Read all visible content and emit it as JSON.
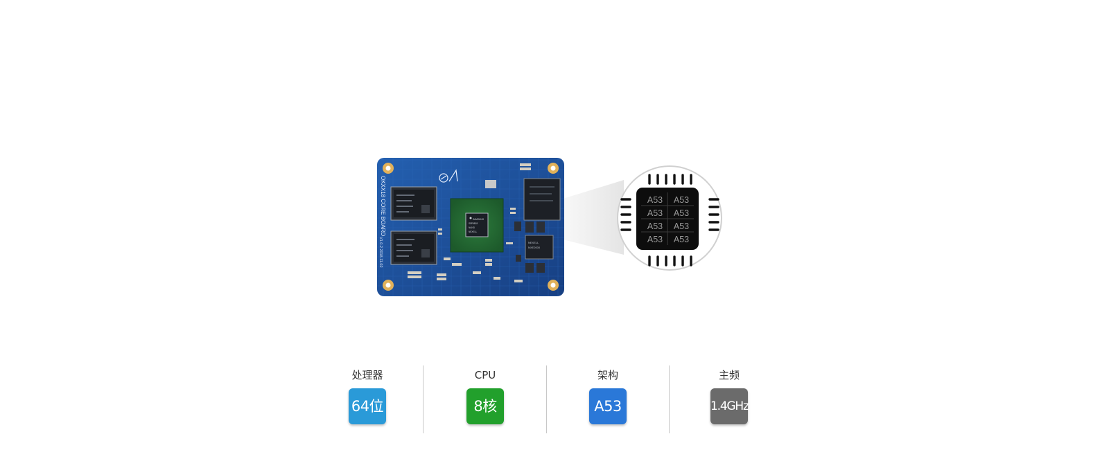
{
  "board": {
    "silkscreen_title": "OKXX18 CORE BOARD",
    "silkscreen_version": "V1.0.2 2018.11.02",
    "soc_marking": [
      "SAMSUNG",
      "S5P6818",
      "NAND",
      "NEXELL"
    ],
    "pmic_marking": [
      "NEXELL",
      "NXE2000"
    ]
  },
  "callout": {
    "cores": [
      "A53",
      "A53",
      "A53",
      "A53",
      "A53",
      "A53",
      "A53",
      "A53"
    ]
  },
  "specs": [
    {
      "label": "处理器",
      "value": "64位",
      "color": "#2a9ad8"
    },
    {
      "label": "CPU",
      "value": "8核",
      "color": "#22a02c"
    },
    {
      "label": "架构",
      "value": "A53",
      "color": "#2a78d8"
    },
    {
      "label": "主频",
      "value": "1.4GHz",
      "color": "#6b6b6b"
    }
  ],
  "colors": {
    "pcb": "#1e4f9e",
    "chip": "#0d0d0d",
    "gold": "#e1b15a"
  }
}
